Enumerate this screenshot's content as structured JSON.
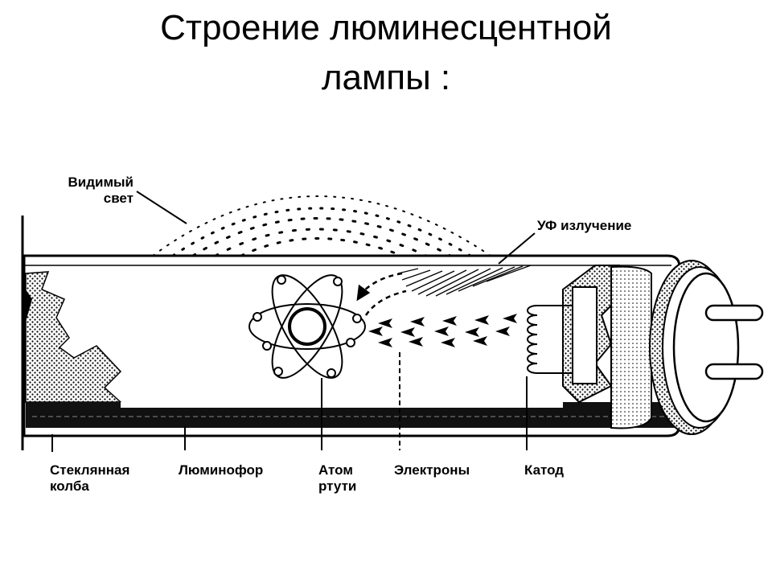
{
  "title": {
    "line1": "Строение люминесцентной",
    "line2": "лампы  :"
  },
  "labels": {
    "visible_light_1": "Видимый",
    "visible_light_2": "свет",
    "uv_radiation": "УФ излучение",
    "glass_bulb_1": "Стеклянная",
    "glass_bulb_2": "колба",
    "phosphor": "Люминофор",
    "mercury_atom_1": "Атом",
    "mercury_atom_2": "ртути",
    "electrons": "Электроны",
    "cathode": "Катод"
  }
}
